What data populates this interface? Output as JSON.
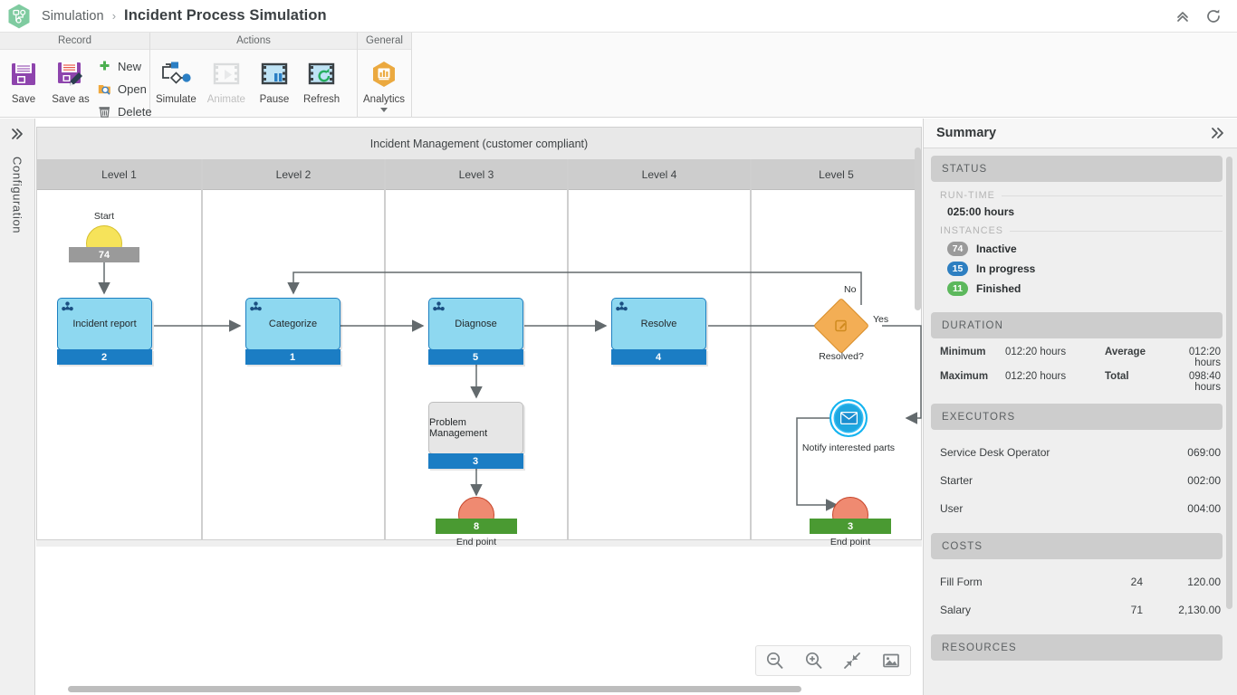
{
  "titlebar": {
    "logo_icon": "process-hexagon-logo",
    "breadcrumb_root": "Simulation",
    "breadcrumb_separator": "›",
    "title": "Incident Process Simulation",
    "collapse_icon": "double-chevron-up-icon",
    "refresh_icon": "refresh-icon"
  },
  "ribbon": {
    "groups": [
      {
        "title": "Record",
        "large_buttons": [
          {
            "label": "Save",
            "icon": "floppy-disk-icon",
            "disabled": false
          },
          {
            "label": "Save as",
            "icon": "floppy-disk-pencil-icon",
            "disabled": false
          }
        ],
        "small_buttons": [
          {
            "label": "New",
            "icon": "plus-icon"
          },
          {
            "label": "Open",
            "icon": "folder-open-icon"
          },
          {
            "label": "Delete",
            "icon": "trash-icon"
          }
        ]
      },
      {
        "title": "Actions",
        "large_buttons": [
          {
            "label": "Simulate",
            "icon": "simulate-flow-icon",
            "disabled": false
          },
          {
            "label": "Animate",
            "icon": "film-play-icon",
            "disabled": true
          },
          {
            "label": "Pause",
            "icon": "film-pause-icon",
            "disabled": false
          },
          {
            "label": "Refresh",
            "icon": "film-refresh-icon",
            "disabled": false
          }
        ],
        "small_buttons": []
      },
      {
        "title": "General",
        "large_buttons": [
          {
            "label": "Analytics",
            "icon": "analytics-chart-icon",
            "disabled": false,
            "has_dropdown": true
          }
        ],
        "small_buttons": []
      }
    ]
  },
  "left_rail": {
    "label": "Configuration",
    "expand_icon": "double-chevron-right-icon"
  },
  "canvas": {
    "pool_title": "Incident Management (customer compliant)",
    "lanes": [
      {
        "label": "Level 1"
      },
      {
        "label": "Level 2"
      },
      {
        "label": "Level 3"
      },
      {
        "label": "Level 4"
      },
      {
        "label": "Level 5"
      }
    ],
    "nodes": {
      "start": {
        "label": "Start",
        "count": "74",
        "type": "start-event"
      },
      "incident_report": {
        "label": "Incident report",
        "count": "2",
        "type": "user-task"
      },
      "categorize": {
        "label": "Categorize",
        "count": "1",
        "type": "user-task"
      },
      "diagnose": {
        "label": "Diagnose",
        "count": "5",
        "type": "user-task"
      },
      "resolve": {
        "label": "Resolve",
        "count": "4",
        "type": "user-task"
      },
      "problem_management": {
        "label": "Problem Management",
        "count": "3",
        "type": "subprocess"
      },
      "resolved_gateway": {
        "label": "Resolved?",
        "type": "gateway"
      },
      "notify": {
        "label": "Notify interested parts",
        "type": "message-event"
      },
      "end_point_left": {
        "label": "End point",
        "count": "8",
        "type": "end-event"
      },
      "end_point_right": {
        "label": "End point",
        "count": "3",
        "type": "end-event"
      }
    },
    "edge_labels": {
      "no": "No",
      "yes": "Yes"
    },
    "zoom_toolbar": [
      {
        "icon": "zoom-out-icon"
      },
      {
        "icon": "zoom-in-icon"
      },
      {
        "icon": "fit-to-screen-icon"
      },
      {
        "icon": "export-image-icon"
      }
    ]
  },
  "summary": {
    "title": "Summary",
    "collapse_icon": "double-chevron-right-icon",
    "status": {
      "header": "STATUS",
      "runtime_label": "RUN-TIME",
      "runtime_value": "025:00 hours",
      "instances_label": "INSTANCES",
      "instances": [
        {
          "count": "74",
          "name": "Inactive",
          "color": "#9a9a9a"
        },
        {
          "count": "15",
          "name": "In progress",
          "color": "#2e7fc1"
        },
        {
          "count": "11",
          "name": "Finished",
          "color": "#5cb85c"
        }
      ]
    },
    "duration": {
      "header": "DURATION",
      "minimum_label": "Minimum",
      "minimum_value": "012:20 hours",
      "average_label": "Average",
      "average_value": "012:20 hours",
      "maximum_label": "Maximum",
      "maximum_value": "012:20 hours",
      "total_label": "Total",
      "total_value": "098:40 hours"
    },
    "executors": {
      "header": "EXECUTORS",
      "rows": [
        {
          "name": "Service Desk Operator",
          "value": "069:00"
        },
        {
          "name": "Starter",
          "value": "002:00"
        },
        {
          "name": "User",
          "value": "004:00"
        }
      ]
    },
    "costs": {
      "header": "COSTS",
      "rows": [
        {
          "name": "Fill Form",
          "count": "24",
          "value": "120.00"
        },
        {
          "name": "Salary",
          "count": "71",
          "value": "2,130.00"
        }
      ]
    },
    "resources": {
      "header": "RESOURCES"
    }
  }
}
